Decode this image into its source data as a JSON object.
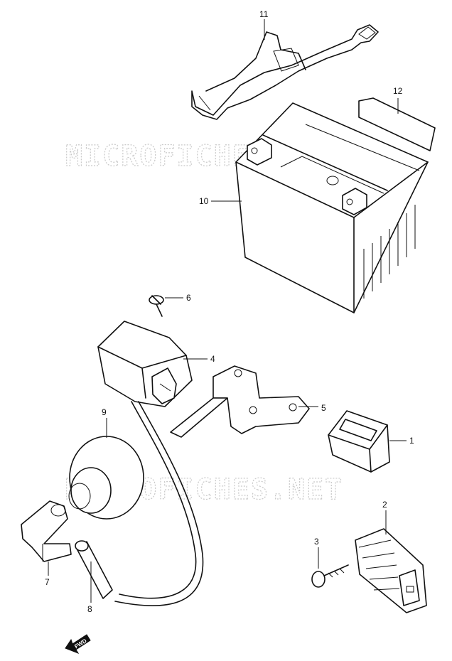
{
  "watermarks": [
    "MICROFICHES.NET",
    "MICROFICHES.NET"
  ],
  "direction_marker": "FWD",
  "callouts": {
    "c1": "1",
    "c2": "2",
    "c3": "3",
    "c4": "4",
    "c5": "5",
    "c6": "6",
    "c7": "7",
    "c8": "8",
    "c9": "9",
    "c10": "10",
    "c11": "11",
    "c12": "12"
  }
}
